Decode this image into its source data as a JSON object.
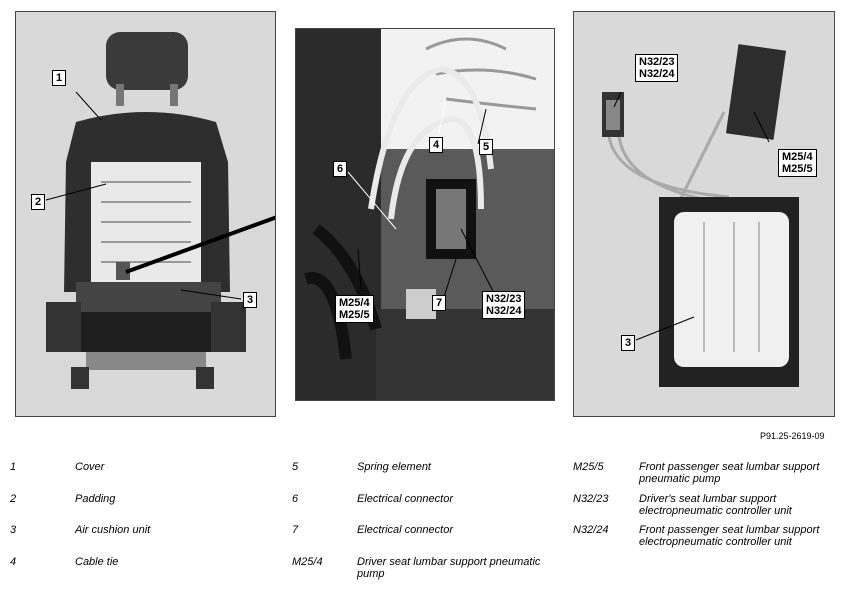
{
  "figure_ref": "P91.25-2619-09",
  "callouts": {
    "p1_1": "1",
    "p1_2": "2",
    "p1_3": "3",
    "p2_4": "4",
    "p2_5": "5",
    "p2_6": "6",
    "p2_7": "7",
    "p2_m25": "M25/4\nM25/5",
    "p2_n32": "N32/23\nN32/24",
    "p3_n32": "N32/23\nN32/24",
    "p3_m25": "M25/4\nM25/5",
    "p3_3": "3"
  },
  "legend": [
    {
      "num": "1",
      "text": "Cover"
    },
    {
      "num": "2",
      "text": "Padding"
    },
    {
      "num": "3",
      "text": "Air cushion unit"
    },
    {
      "num": "4",
      "text": "Cable tie"
    },
    {
      "num": "5",
      "text": "Spring element"
    },
    {
      "num": "6",
      "text": "Electrical connector"
    },
    {
      "num": "7",
      "text": "Electrical connector"
    },
    {
      "num": "M25/4",
      "text": "Driver seat lumbar support pneumatic pump"
    },
    {
      "num": "M25/5",
      "text": "Front passenger seat lumbar support pneumatic pump"
    },
    {
      "num": "N32/23",
      "text": "Driver's seat lumbar support electropneumatic controller unit"
    },
    {
      "num": "N32/24",
      "text": "Front passenger seat lumbar support electropneumatic controller unit"
    }
  ]
}
